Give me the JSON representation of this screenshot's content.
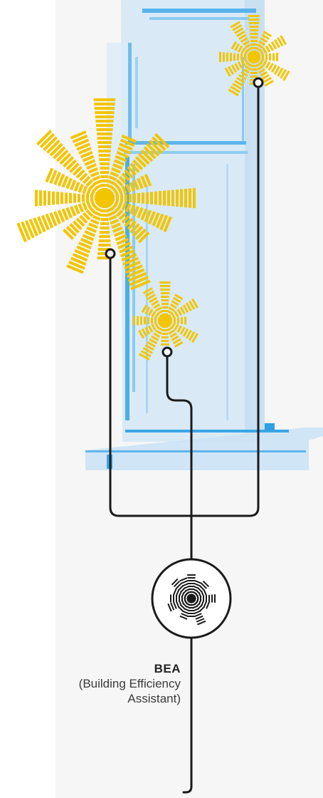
{
  "assistant": {
    "name": "BEA",
    "description": "(Building Efficiency Assistant)"
  },
  "colors": {
    "building_glass": "#cfe5f5",
    "building_edge": "#3aa6e6",
    "sun": "#f2c500",
    "wire": "#1a1a1a",
    "panel": "#f6f6f6"
  },
  "icons": [
    "sun-burst-icon",
    "building-illustration",
    "hub-burst-icon"
  ]
}
